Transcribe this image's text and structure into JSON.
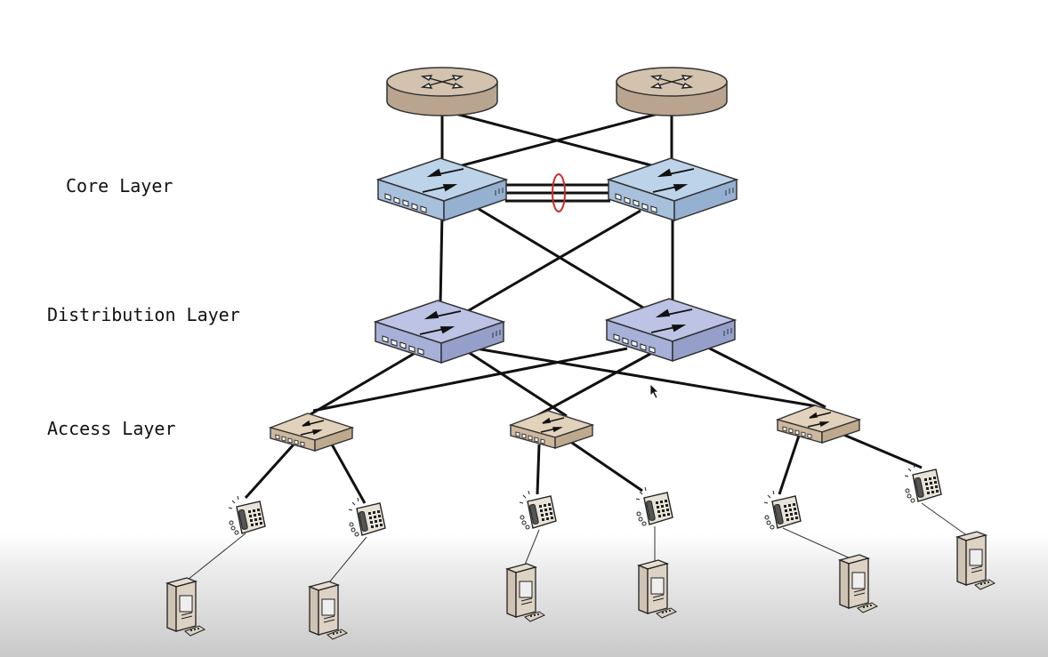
{
  "labels": {
    "core": "Core Layer",
    "distribution": "Distribution Layer",
    "access": "Access Layer"
  },
  "icons": {
    "router": "router-icon",
    "core_switch": "multilayer-switch-icon",
    "distribution_switch": "multilayer-switch-icon",
    "access_switch": "switch-icon",
    "phone": "ip-phone-icon",
    "pc": "pc-tower-icon",
    "etherchannel": "etherchannel-ellipse"
  },
  "colors": {
    "router": "#cdbba6",
    "core_switch": "#a9c4e0",
    "distribution_switch": "#a9b2d8",
    "access_switch": "#d6c2aa",
    "etherchannel": "#cc2a2a",
    "link": "#111111"
  }
}
